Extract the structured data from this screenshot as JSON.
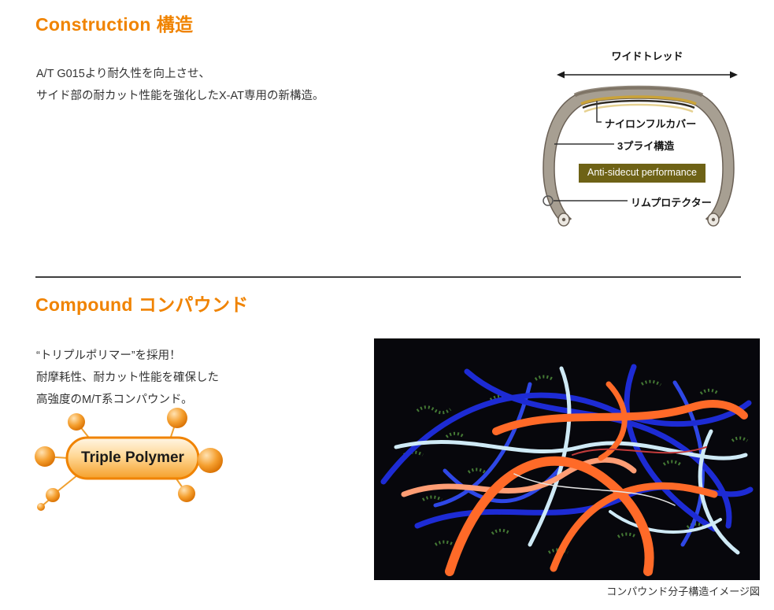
{
  "colors": {
    "accent": "#f08300",
    "anti_sidecut_badge_bg": "#6e6216",
    "body_text": "#333333",
    "molecule_bg": "#07070c",
    "strand_blue": "#1d2bd4",
    "strand_orange": "#ff6a28",
    "strand_lightblue": "#cfeaf6",
    "speckle_green": "#4f8c3c"
  },
  "construction": {
    "heading_en": "Construction",
    "heading_ja": "構造",
    "body_lines": [
      "A/T G015より耐久性を向上させ、",
      "サイド部の耐カット性能を強化したX-AT専用の新構造。"
    ],
    "diagram_labels": {
      "wide_tread": "ワイドトレッド",
      "nylon_full_cover": "ナイロンフルカバー",
      "three_ply": "3プライ構造",
      "anti_sidecut": "Anti-sidecut performance",
      "rim_protector": "リムプロテクター"
    }
  },
  "compound": {
    "heading_en": "Compound",
    "heading_ja": "コンパウンド",
    "body_lines": [
      "“トリプルポリマー”を採用！",
      "耐摩耗性、耐カット性能を確保した",
      "高強度のM/T系コンパウンド。"
    ],
    "polymer_badge": "Triple Polymer",
    "image_caption": "コンパウンド分子構造イメージ図"
  }
}
